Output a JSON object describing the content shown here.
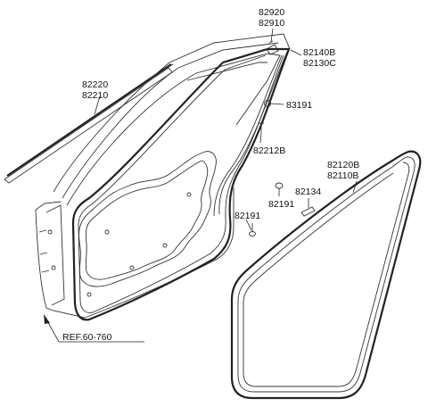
{
  "diagram": {
    "labels": {
      "p82920": "82920",
      "p82910": "82910",
      "p82140b": "82140B",
      "p82130c": "82130C",
      "p82220": "82220",
      "p82210": "82210",
      "p83191": "83191",
      "p82212b": "82212B",
      "p82120b": "82120B",
      "p82110b": "82110B",
      "p82134": "82134",
      "p82191a": "82191",
      "p82191b": "82191",
      "ref": "REF.60-760"
    }
  }
}
